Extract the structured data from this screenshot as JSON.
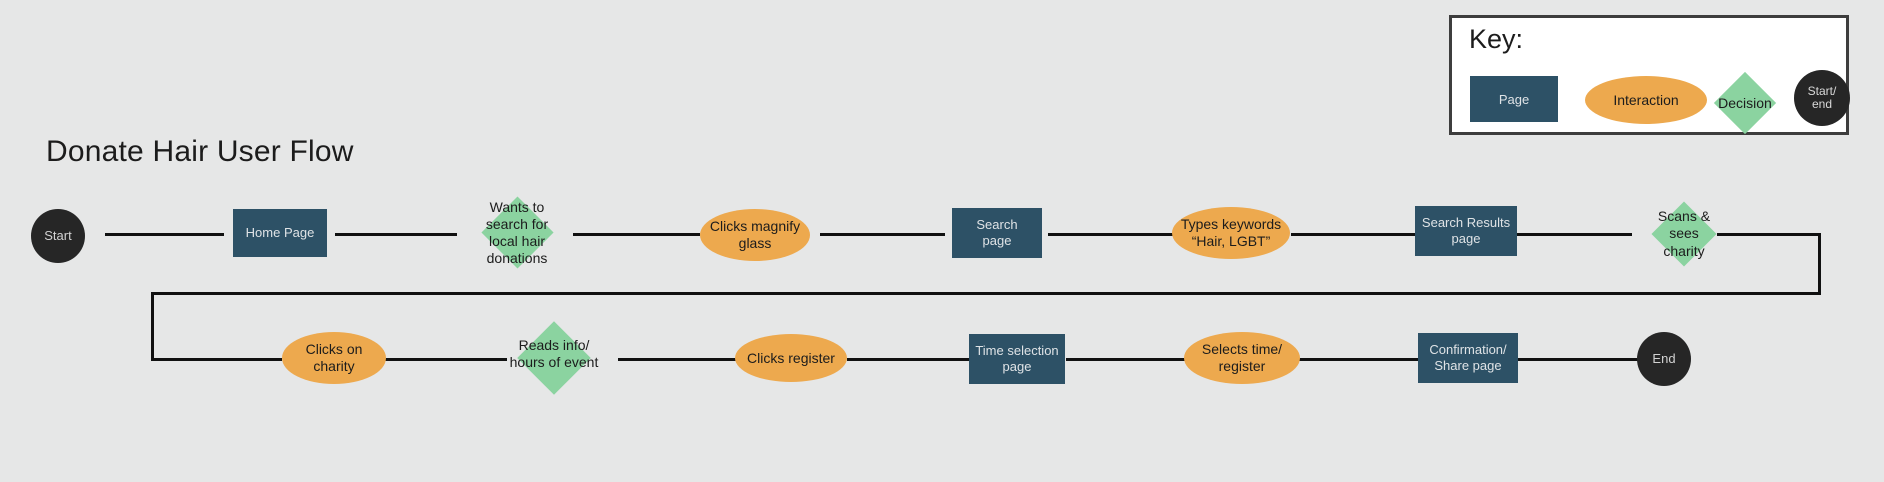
{
  "page_title": "Donate Hair User Flow",
  "colors": {
    "background": "#e6e7e7",
    "page": "#2d5166",
    "interaction": "#eda94e",
    "decision": "#8bd3a0",
    "endpoint": "#262626",
    "connector": "#111111",
    "key_border": "#3d3d3d",
    "key_background": "#ffffff"
  },
  "key": {
    "title": "Key:",
    "items": [
      {
        "label": "Page",
        "shape": "rectangle"
      },
      {
        "label": "Interaction",
        "shape": "ellipse"
      },
      {
        "label": "Decision",
        "shape": "diamond"
      },
      {
        "label": "Start/\nend",
        "shape": "circle"
      }
    ]
  },
  "flow": {
    "row1": [
      {
        "id": "start",
        "type": "endpoint",
        "label": "Start"
      },
      {
        "id": "home-page",
        "type": "page",
        "label": "Home Page"
      },
      {
        "id": "wants-to-search",
        "type": "decision",
        "label": "Wants to\nsearch for\nlocal hair\ndonations"
      },
      {
        "id": "clicks-magnify",
        "type": "interaction",
        "label": "Clicks magnify\nglass"
      },
      {
        "id": "search-page",
        "type": "page",
        "label": "Search\npage"
      },
      {
        "id": "types-keywords",
        "type": "interaction",
        "label": "Types keywords\n“Hair, LGBT”"
      },
      {
        "id": "search-results",
        "type": "page",
        "label": "Search Results\npage"
      },
      {
        "id": "scans-sees",
        "type": "decision",
        "label": "Scans &\nsees\ncharity"
      }
    ],
    "row2": [
      {
        "id": "clicks-charity",
        "type": "interaction",
        "label": "Clicks on\ncharity"
      },
      {
        "id": "reads-info",
        "type": "decision",
        "label": "Reads info/\nhours of event"
      },
      {
        "id": "clicks-register",
        "type": "interaction",
        "label": "Clicks register"
      },
      {
        "id": "time-selection",
        "type": "page",
        "label": "Time selection\npage"
      },
      {
        "id": "selects-time",
        "type": "interaction",
        "label": "Selects time/\nregister"
      },
      {
        "id": "confirmation",
        "type": "page",
        "label": "Confirmation/\nShare page"
      },
      {
        "id": "end",
        "type": "endpoint",
        "label": "End"
      }
    ]
  }
}
